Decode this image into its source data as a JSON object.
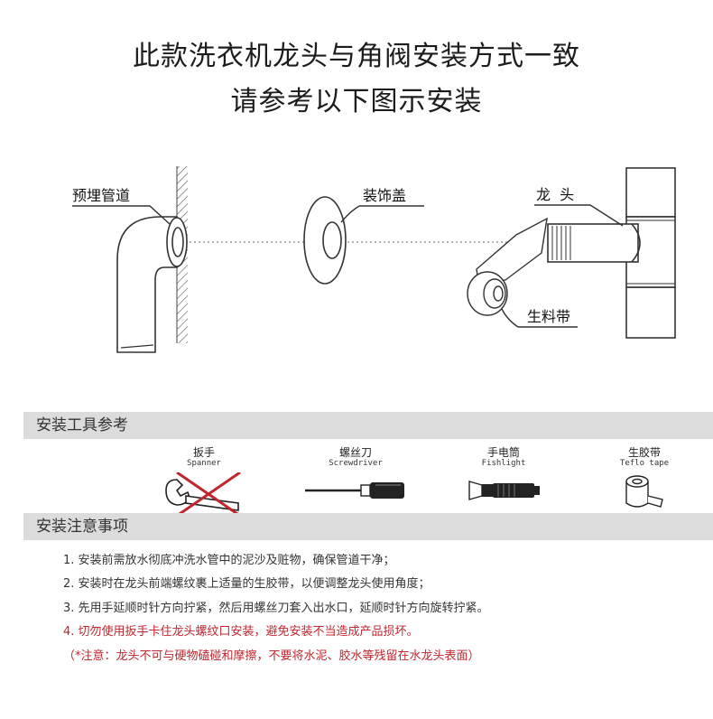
{
  "title": {
    "line1": "此款洗衣机龙头与角阀安装方式一致",
    "line2": "请参考以下图示安装"
  },
  "diagram": {
    "labels": {
      "pipe": "预埋管道",
      "cover": "装饰盖",
      "faucet": "龙  头",
      "tape": "生料带"
    }
  },
  "tools_section": {
    "heading": "安装工具参考",
    "tools": [
      {
        "cn": "扳手",
        "en": "Spanner",
        "crossed_out": true,
        "icon": "wrench-icon"
      },
      {
        "cn": "螺丝刀",
        "en": "Screwdriver",
        "crossed_out": false,
        "icon": "screwdriver-icon"
      },
      {
        "cn": "手电筒",
        "en": "Fishlight",
        "crossed_out": false,
        "icon": "flashlight-icon"
      },
      {
        "cn": "生胶带",
        "en": "Teflo tape",
        "crossed_out": false,
        "icon": "tape-roll-icon"
      }
    ]
  },
  "notes_section": {
    "heading": "安装注意事项",
    "items": [
      "1. 安装前需放水彻底冲洗水管中的泥沙及赃物，确保管道干净；",
      "2. 安装时在龙头前端螺纹裹上适量的生胶带，以便调整龙头使用角度；",
      "3. 先用手延顺时针方向拧紧，然后用螺丝刀套入出水口，延顺时针方向旋转拧紧。",
      "4. 切勿使用扳手卡住龙头螺纹口安装，避免安装不当造成产品损坏。",
      "（*注意：龙头不可与硬物磕碰和摩擦，不要将水泥、胶水等残留在水龙头表面）"
    ]
  },
  "colors": {
    "warning": "#c0262d",
    "cross": "#c0262d",
    "section_bg": "#dcdcdc"
  }
}
